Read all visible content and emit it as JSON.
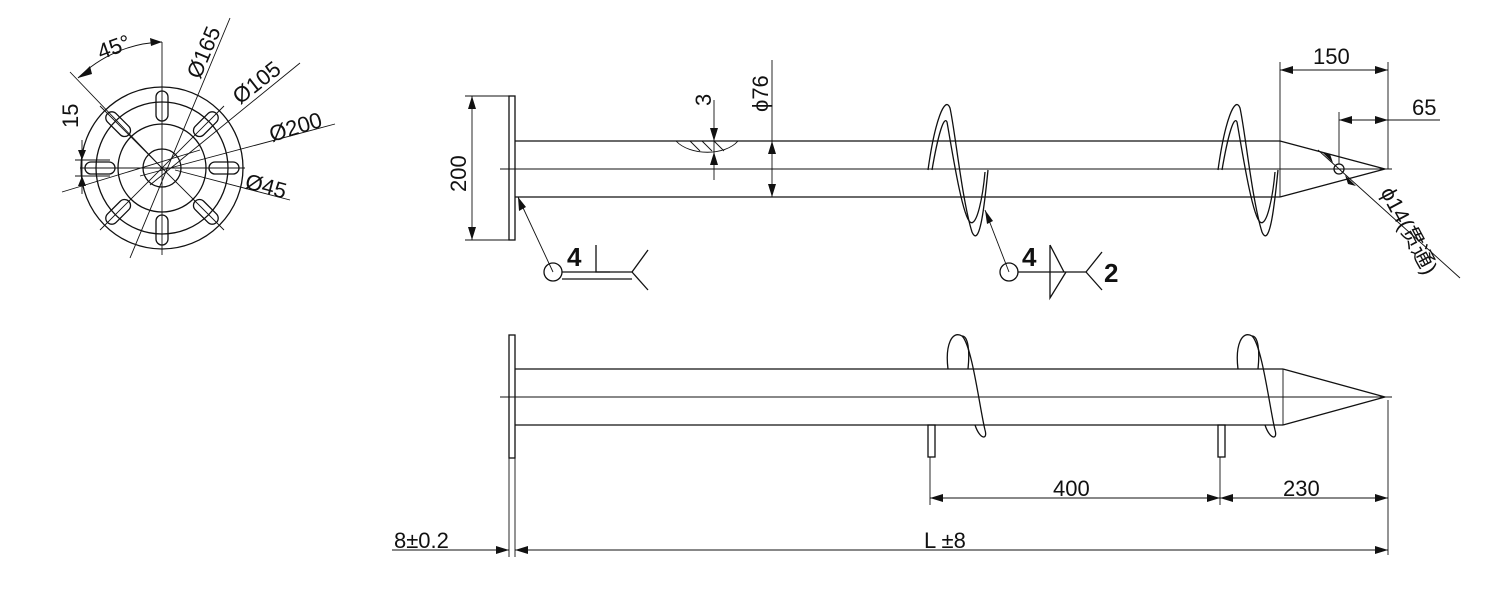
{
  "flange_view": {
    "angle": "45°",
    "d165": "Ø165",
    "d105": "Ø105",
    "d200": "Ø200",
    "d45": "Ø45",
    "slot": "15"
  },
  "side_view": {
    "plate_height": "200",
    "wall": "3",
    "pipe_dia": "ϕ76",
    "tip_150": "150",
    "tip_65": "65",
    "hole": "ϕ14(贯通)",
    "weld1_size": "4",
    "weld2_size": "4",
    "weld2_count": "2"
  },
  "front_view": {
    "pitch": "400",
    "tip_len": "230",
    "plate_thk": "8±0.2",
    "length": "L ±8"
  }
}
